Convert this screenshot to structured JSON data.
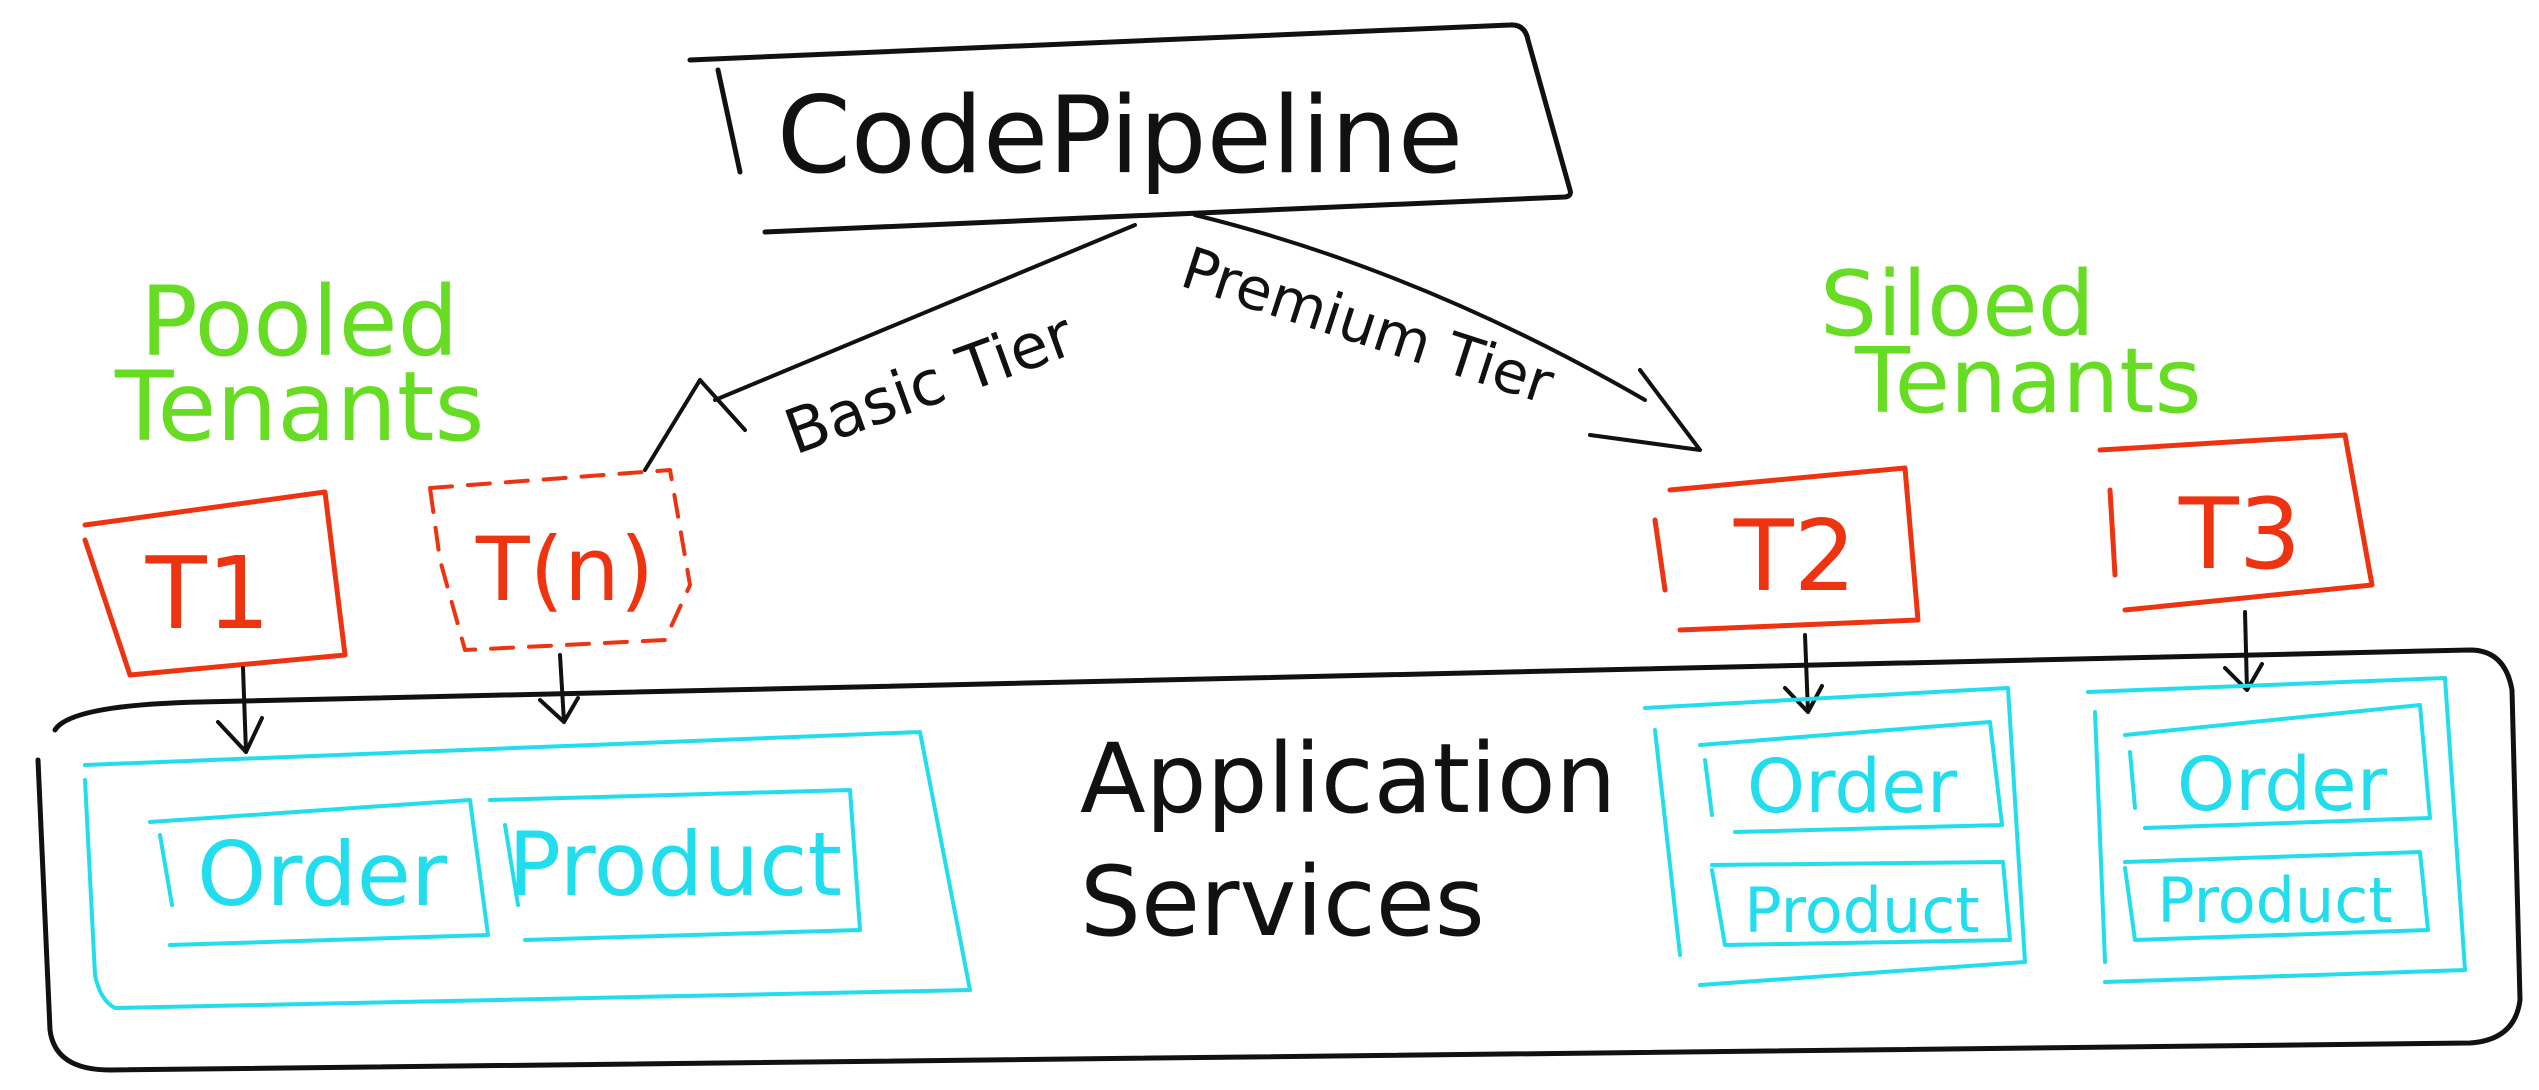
{
  "colors": {
    "ink": "#111111",
    "tenant_label": "#66dd22",
    "tenant": "#ee3311",
    "service": "#22dded"
  },
  "pipeline": {
    "label": "CodePipeline"
  },
  "tiers": {
    "basic": "Basic Tier",
    "premium": "Premium Tier"
  },
  "groups": {
    "pooled": {
      "line1": "Pooled",
      "line2": "Tenants"
    },
    "siloed": {
      "line1": "Siloed",
      "line2": "Tenants"
    }
  },
  "tenants": {
    "t1": "T1",
    "tn": "T(n)",
    "t2": "T2",
    "t3": "T3"
  },
  "application": {
    "line1": "Application",
    "line2": "Services"
  },
  "services": {
    "pooled_order": "Order",
    "pooled_product": "Product",
    "t2_order": "Order",
    "t2_product": "Product",
    "t3_order": "Order",
    "t3_product": "Product"
  }
}
